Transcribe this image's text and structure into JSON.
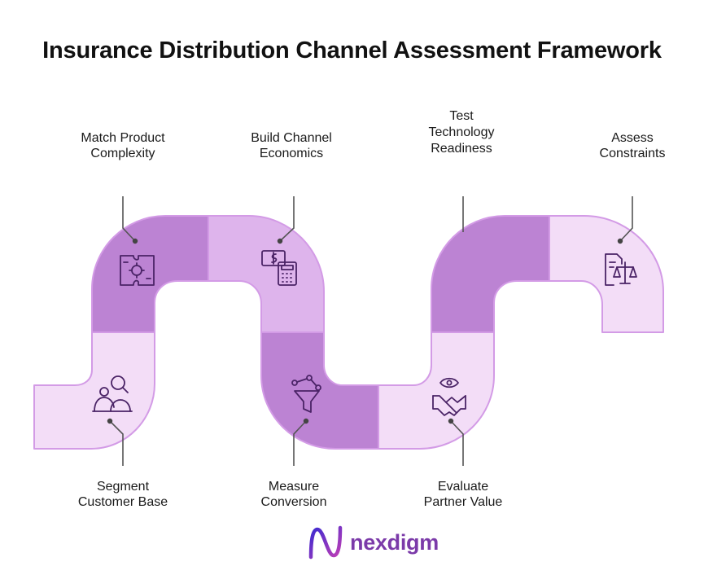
{
  "title": "Insurance Distribution Channel Assessment Framework",
  "steps": [
    {
      "line1": "Segment",
      "line2": "Customer Base",
      "icon": "customer-segment-icon"
    },
    {
      "line1": "Match Product",
      "line2": "Complexity",
      "icon": "product-puzzle-icon"
    },
    {
      "line1": "Build Channel",
      "line2": "Economics",
      "icon": "cash-calculator-icon"
    },
    {
      "line1": "Measure",
      "line2": "Conversion",
      "icon": "conversion-funnel-icon"
    },
    {
      "line1": "Test",
      "line2": "Technology",
      "line3": "Readiness",
      "icon": "technology-icon"
    },
    {
      "line1": "Evaluate",
      "line2": "Partner Value",
      "icon": "handshake-icon"
    },
    {
      "line1": "Assess",
      "line2": "Constraints",
      "icon": "legal-scale-icon"
    }
  ],
  "colors": {
    "light": "#f3ddf7",
    "medium": "#deb4ec",
    "dark": "#bc83d3",
    "border": "#d39be6",
    "icon": "#4a2366",
    "connector": "#555555",
    "brand": "#7b3aa9"
  },
  "logo": {
    "text": "nexdigm"
  }
}
